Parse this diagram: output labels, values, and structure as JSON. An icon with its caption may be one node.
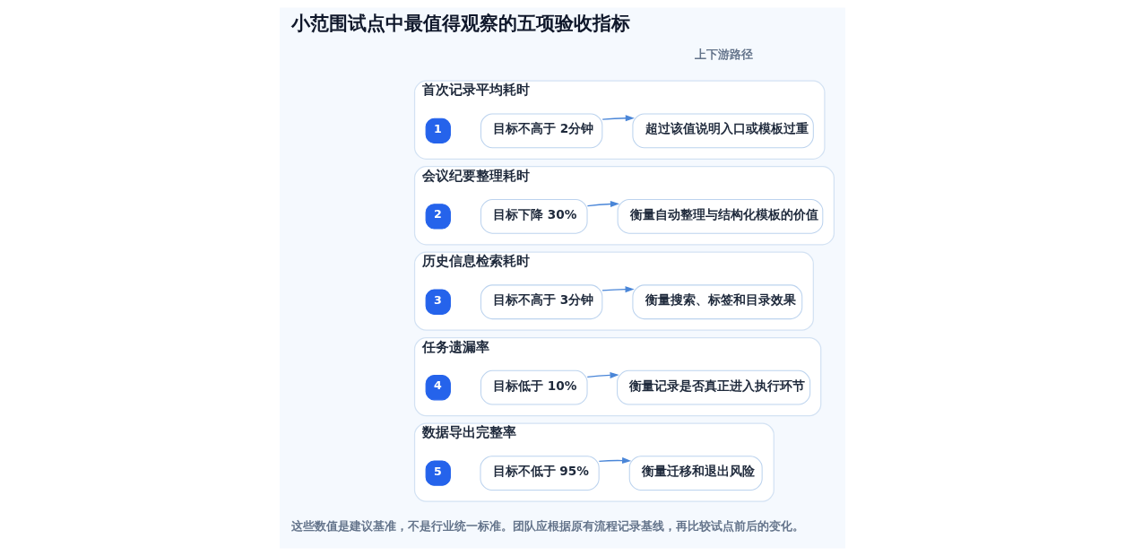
{
  "diagram": {
    "title": "小范围试点中最值得观察的五项验收指标",
    "nodes": [
      {
        "text": [
          "首次记录平均耗时"
        ]
      },
      {
        "text": [
          "1"
        ],
        "in": 0
      },
      {
        "text": [
          "目标不高于 2分钟"
        ],
        "in": 0
      },
      {
        "text": [
          "超过该值说明入口或模板过重"
        ],
        "in": 0
      },
      {
        "text": [
          "会议纪要整理耗时"
        ]
      },
      {
        "text": [
          "2"
        ],
        "in": 4
      },
      {
        "text": [
          "目标下降 30%"
        ],
        "in": 4
      },
      {
        "text": [
          "衡量自动整理与结构化模板的价值"
        ],
        "in": 4
      },
      {
        "text": [
          "历史信息检索耗时"
        ]
      },
      {
        "text": [
          "3"
        ],
        "in": 8
      },
      {
        "text": [
          "目标不高于 3分钟"
        ],
        "in": 8
      },
      {
        "text": [
          "衡量搜索、标签和目录效果"
        ],
        "in": 8
      },
      {
        "text": [
          "任务遗漏率"
        ]
      },
      {
        "text": [
          "4"
        ],
        "in": 12
      },
      {
        "text": [
          "目标低于 10%"
        ],
        "in": 12
      },
      {
        "text": [
          "衡量记录是否真正进入执行环节"
        ],
        "in": 12
      },
      {
        "text": [
          "数据导出完整率"
        ]
      },
      {
        "text": [
          "5"
        ],
        "in": 16
      },
      {
        "text": [
          "目标不低于 95%"
        ],
        "in": 16
      },
      {
        "text": [
          "衡量迁移和退出风险"
        ],
        "in": 16
      }
    ],
    "edges": [
      {
        "from": 2,
        "to": 3,
        "arrow": "to"
      },
      {
        "from": 6,
        "to": 7,
        "arrow": "to"
      },
      {
        "from": 10,
        "to": 11,
        "arrow": "to"
      },
      {
        "from": 14,
        "to": 15,
        "arrow": "to"
      },
      {
        "from": 18,
        "to": 19,
        "arrow": "to"
      }
    ],
    "labels": [
      "上下游路径",
      "这些数值是建议基准，不是行业统一标准。团队应根据原有流程记录基线，再比较试点前后的变化。"
    ]
  }
}
